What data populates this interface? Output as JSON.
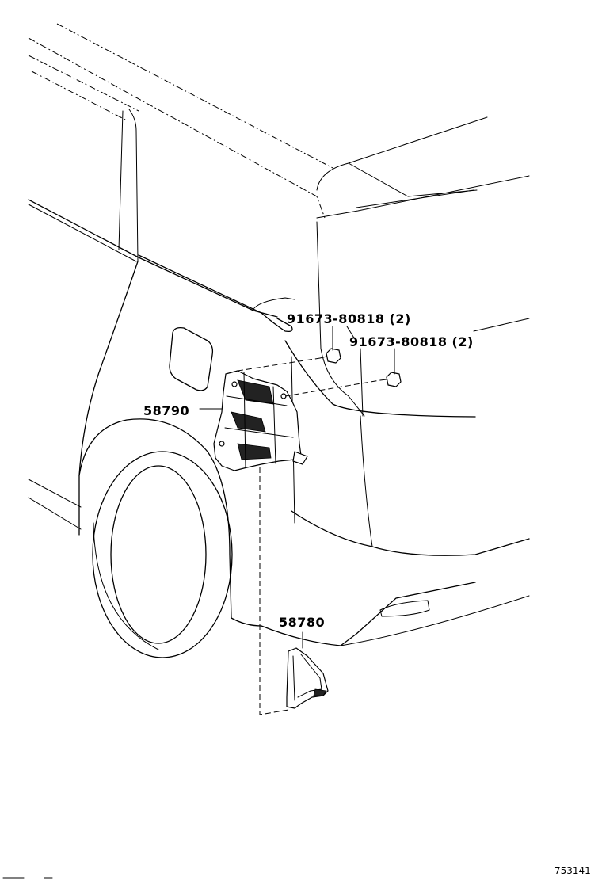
{
  "labels": {
    "bolt_upper": "91673-80818 (2)",
    "bolt_lower": "91673-80818 (2)",
    "bracket": "58790",
    "cover": "58780"
  },
  "figure_number": "753141"
}
